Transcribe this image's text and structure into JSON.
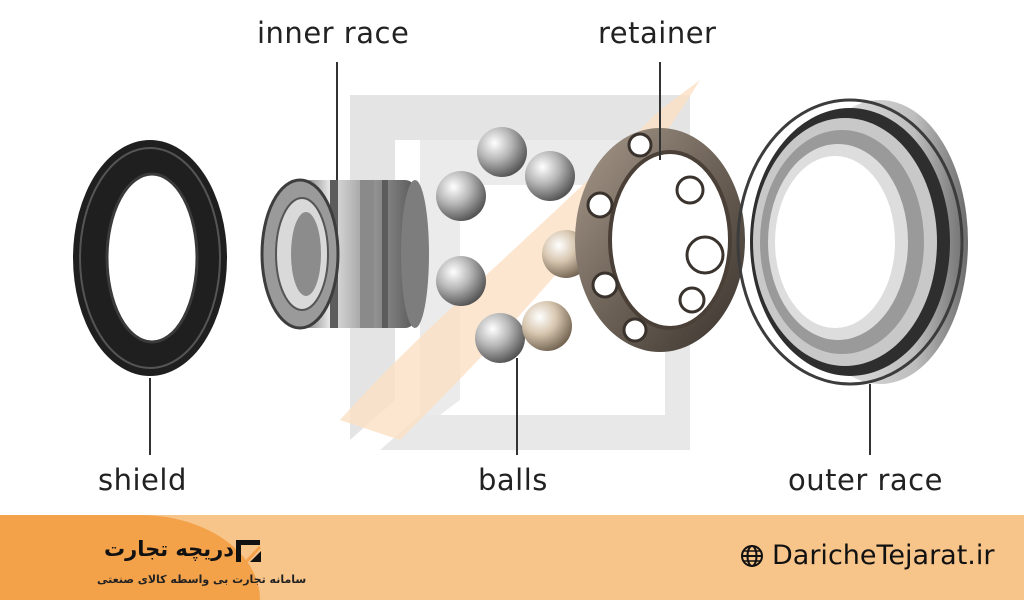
{
  "labels": {
    "inner_race": "inner race",
    "retainer": "retainer",
    "shield": "shield",
    "balls": "balls",
    "outer_race": "outer race"
  },
  "footer": {
    "brand_name": "دریچه تجارت",
    "tagline": "سامانه تجارت بی واسطه کالای صنعتی",
    "website": "DaricheTejarat.ir",
    "website_icon": "globe-icon"
  },
  "colors": {
    "footer_background": "#f7c48a",
    "footer_accent": "#f3a24a",
    "watermark_gray": "#e2e2e2",
    "watermark_orange": "#fbe0c4"
  }
}
